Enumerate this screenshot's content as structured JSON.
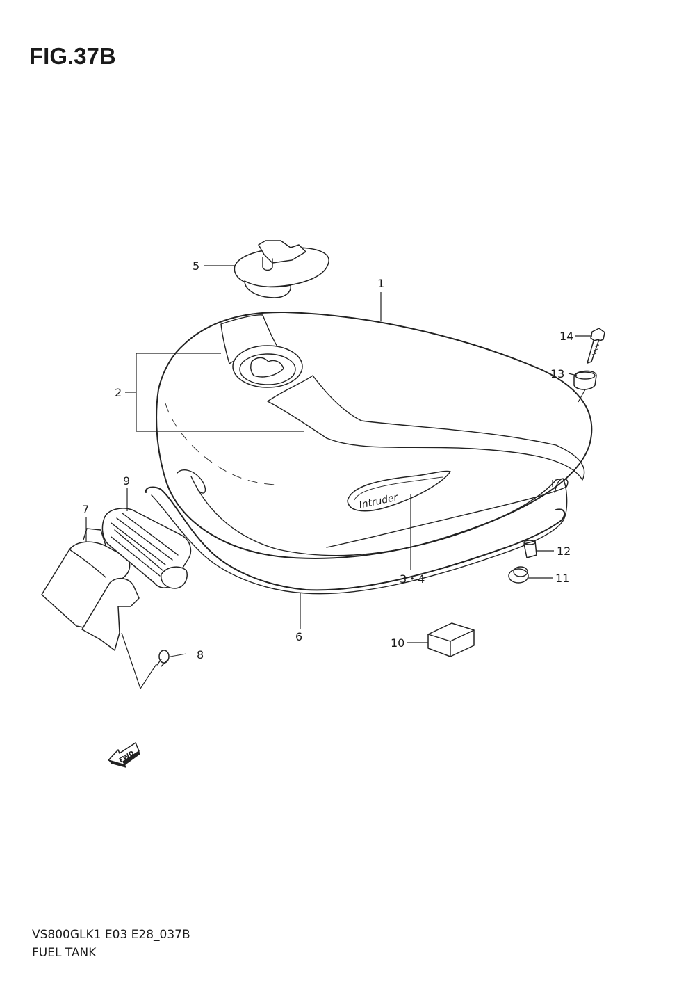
{
  "figure": {
    "title": "FIG.37B"
  },
  "callouts": [
    {
      "id": "1",
      "label": "1"
    },
    {
      "id": "2",
      "label": "2"
    },
    {
      "id": "3-4",
      "label": "3・4"
    },
    {
      "id": "5",
      "label": "5"
    },
    {
      "id": "6",
      "label": "6"
    },
    {
      "id": "7",
      "label": "7"
    },
    {
      "id": "8",
      "label": "8"
    },
    {
      "id": "9",
      "label": "9"
    },
    {
      "id": "10",
      "label": "10"
    },
    {
      "id": "11",
      "label": "11"
    },
    {
      "id": "12",
      "label": "12"
    },
    {
      "id": "13",
      "label": "13"
    },
    {
      "id": "14",
      "label": "14"
    }
  ],
  "emblem": {
    "text": "Intruder"
  },
  "direction_marker": {
    "text": "FWD"
  },
  "footer": {
    "model_code": "VS800GLK1 E03 E28_037B",
    "section_name": "FUEL TANK"
  }
}
